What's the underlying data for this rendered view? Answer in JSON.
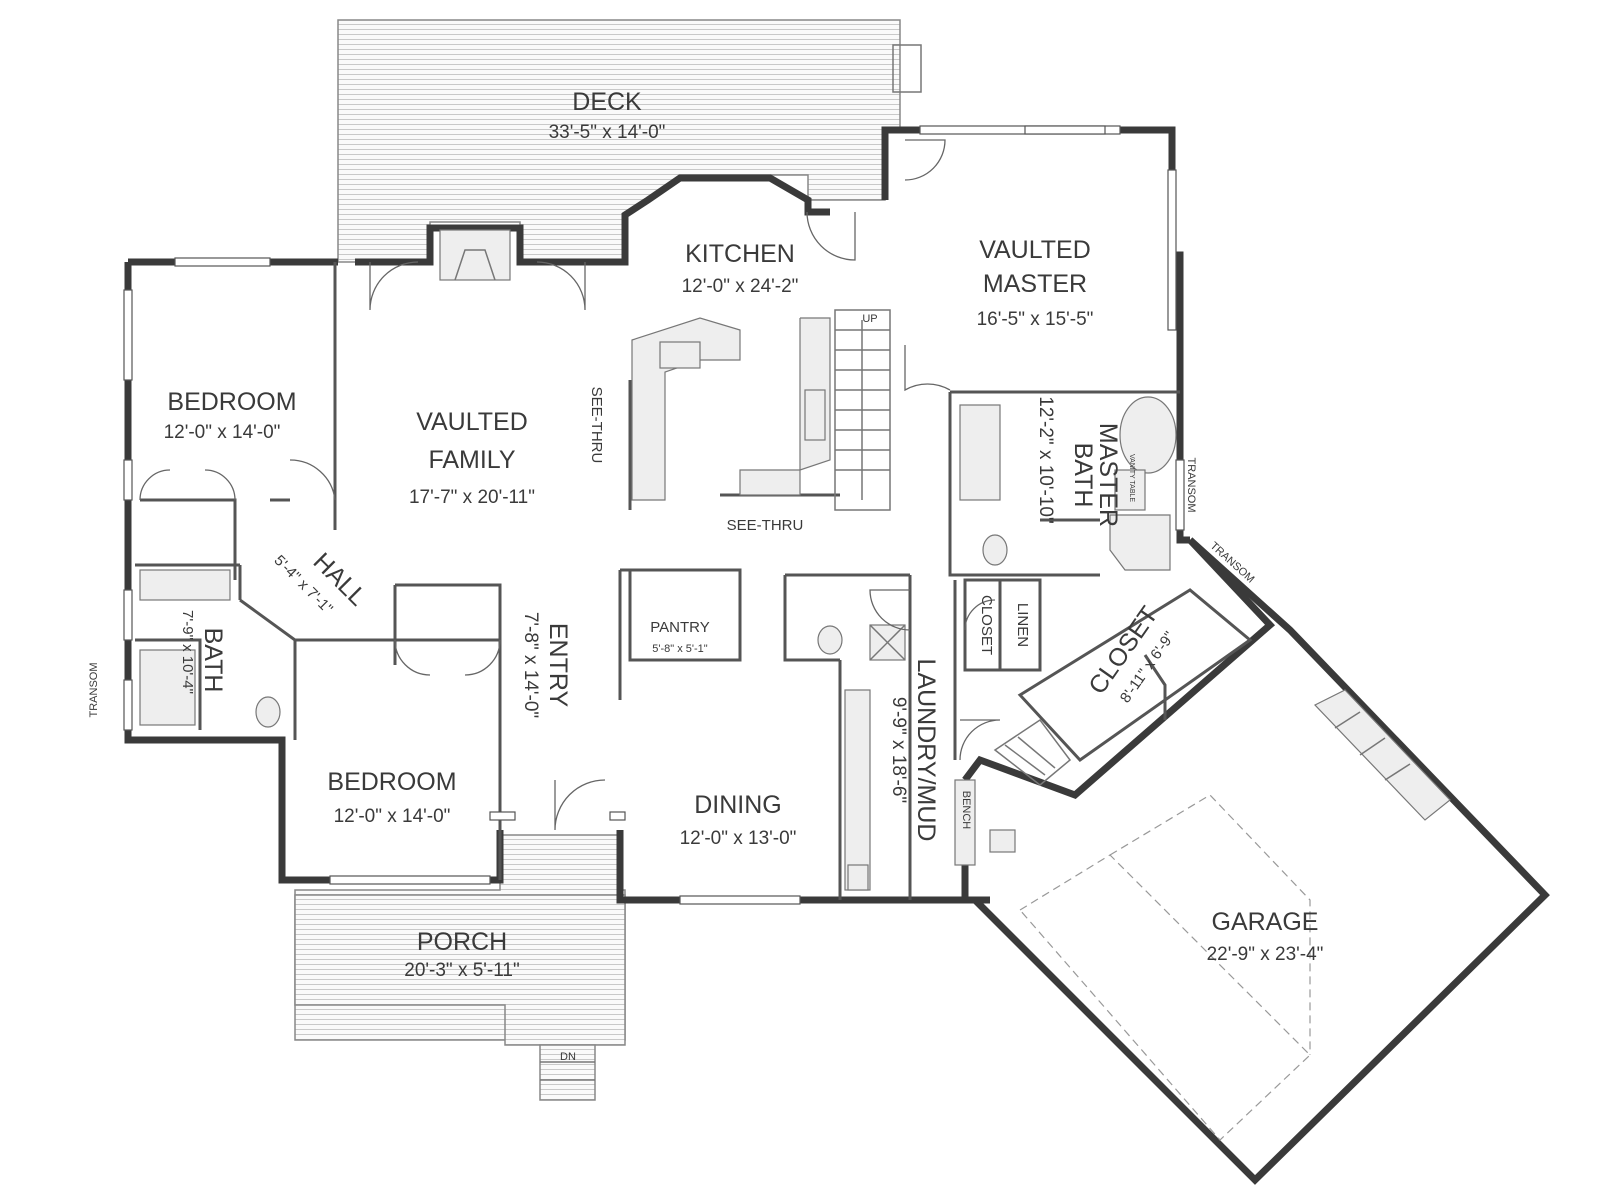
{
  "rooms": {
    "deck": {
      "name": "DECK",
      "dim": "33'-5\" x 14'-0\""
    },
    "kitchen": {
      "name": "KITCHEN",
      "dim": "12'-0\" x 24'-2\""
    },
    "master": {
      "name1": "VAULTED",
      "name2": "MASTER",
      "dim": "16'-5\" x 15'-5\""
    },
    "bedroom_nw": {
      "name": "BEDROOM",
      "dim": "12'-0\" x 14'-0\""
    },
    "family": {
      "name1": "VAULTED",
      "name2": "FAMILY",
      "dim": "17'-7\" x 20'-11\""
    },
    "hall": {
      "name": "HALL",
      "dim": "5'-4\" x 7'-1\""
    },
    "bath": {
      "name": "BATH",
      "dim": "7'-9\" x 10'-4\""
    },
    "master_bath": {
      "name1": "MASTER",
      "name2": "BATH",
      "dim": "12'-2\" x 10'-10\""
    },
    "entry": {
      "name": "ENTRY",
      "dim": "7'-8\" x 14'-0\""
    },
    "pantry": {
      "name": "PANTRY",
      "dim": "5'-8\" x 5'-1\""
    },
    "closet_sm": {
      "name": "CLOSET"
    },
    "linen": {
      "name": "LINEN"
    },
    "closet_big": {
      "name": "CLOSET",
      "dim": "8'-11\" x 6'-9\""
    },
    "laundry": {
      "name": "LAUNDRY/MUD",
      "dim": "9'-9\" x 18'-6\""
    },
    "bedroom_sw": {
      "name": "BEDROOM",
      "dim": "12'-0\" x 14'-0\""
    },
    "dining": {
      "name": "DINING",
      "dim": "12'-0\" x 13'-0\""
    },
    "porch": {
      "name": "PORCH",
      "dim": "20'-3\" x 5'-11\""
    },
    "garage": {
      "name": "GARAGE",
      "dim": "22'-9\" x 23'-4\""
    }
  },
  "notes": {
    "see_thru_left": "SEE-THRU",
    "see_thru_bottom": "SEE-THRU",
    "transom_left": "TRANSOM",
    "transom_right": "TRANSOM",
    "transom_garage": "TRANSOM",
    "bench": "BENCH",
    "up": "UP",
    "stair_down": "DN",
    "vanity": "VANITY TABLE"
  }
}
